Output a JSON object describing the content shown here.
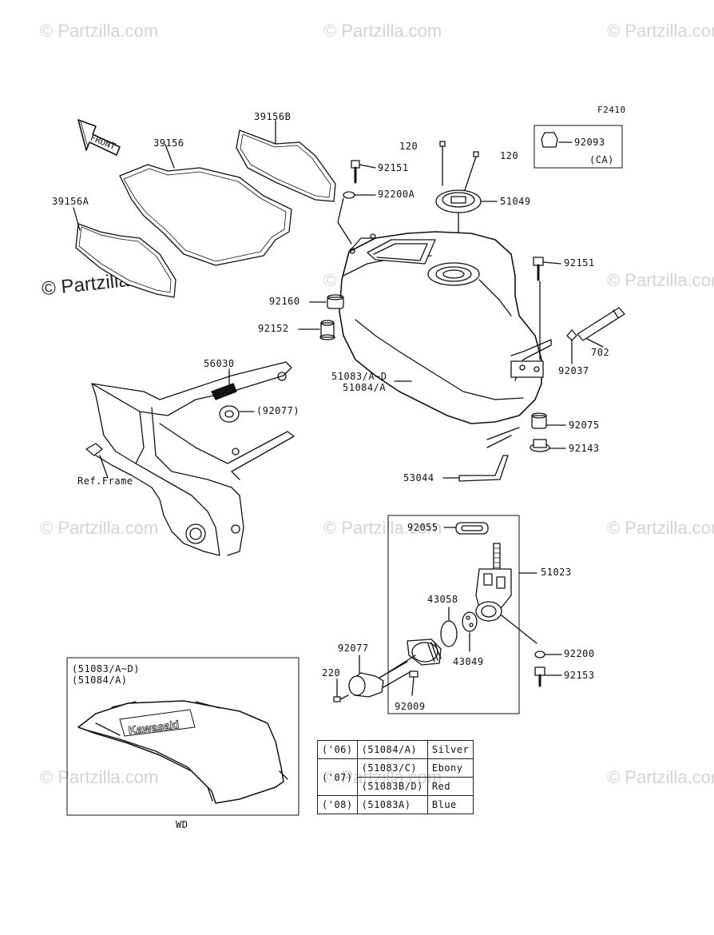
{
  "figure_code": "F2410",
  "watermark": "© Partzilla.com",
  "front_arrow_text": "FRONT",
  "parts": {
    "p39156": "39156",
    "p39156B": "39156B",
    "p39156A": "39156A",
    "p120a": "120",
    "p120b": "120",
    "p92151a": "92151",
    "p92200A": "92200A",
    "p51049": "51049",
    "p92093": "92093",
    "ca_note": "(CA)",
    "p92151b": "92151",
    "p92160": "92160",
    "p92152": "92152",
    "p702": "702",
    "p92037": "92037",
    "p56030": "56030",
    "p92077a": "(92077)",
    "p51083": "51083/A~D",
    "p51084": "51084/A",
    "p92075": "92075",
    "p92143": "92143",
    "ref_frame": "Ref.Frame",
    "p53044": "53044",
    "p92055": "92055",
    "p51023": "51023",
    "p43058": "43058",
    "p43049": "43049",
    "p92077b": "92077",
    "p92200": "92200",
    "p220": "220",
    "p92153": "92153",
    "p92009": "92009"
  },
  "inset": {
    "line1": "(51083/A~D)",
    "line2": "(51084/A)",
    "logo_text": "Kawasaki",
    "caption": "WD"
  },
  "color_table": [
    {
      "year": "('06)",
      "part": "(51084/A)",
      "color": "Silver"
    },
    {
      "year": "('07)",
      "part": "(51083/C)",
      "color": "Ebony"
    },
    {
      "year": "",
      "part": "(51083B/D)",
      "color": "Red"
    },
    {
      "year": "('08)",
      "part": "(51083A)",
      "color": "Blue"
    }
  ]
}
